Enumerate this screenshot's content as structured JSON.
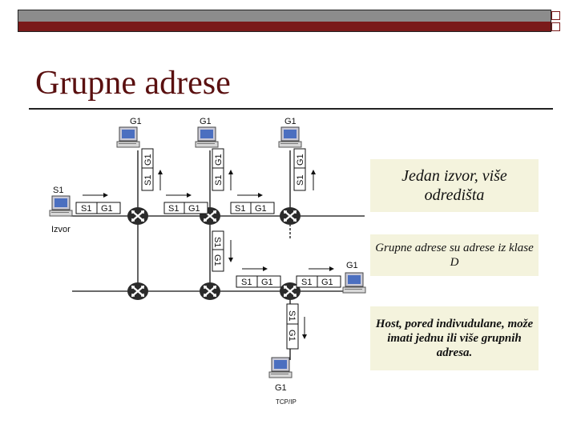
{
  "slide": {
    "title": "Grupne adrese",
    "colors": {
      "title": "#5a1010",
      "bar_grey": "#8c8c8c",
      "bar_red": "#7a1a1a",
      "callout_bg": "#f4f3dd"
    }
  },
  "callouts": {
    "one_source": "Jedan izvor, više odredišta",
    "class_d": "Grupne adrese su adrese iz klase D",
    "host_note": "Host, pored indivudulane, može imati jednu ili više grupnih adresa."
  },
  "diagram": {
    "source_label": "S1",
    "source_caption": "Izvor",
    "group_label": "G1",
    "host_g1_label": "G1",
    "packet": {
      "s": "S1",
      "g": "G1"
    },
    "footer": "TCP/IP"
  }
}
